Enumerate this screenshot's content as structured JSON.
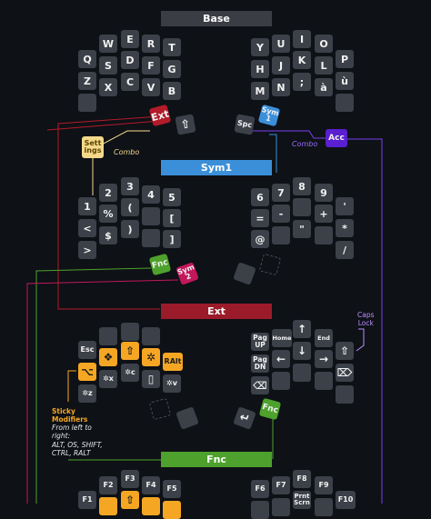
{
  "layers": {
    "base": {
      "title": "Base",
      "color": "#3a3d44"
    },
    "sym1": {
      "title": "Sym1",
      "color": "#3b8fd9"
    },
    "ext": {
      "title": "Ext",
      "color": "#9b1b2a"
    },
    "fnc": {
      "title": "Fnc",
      "color": "#4da12c"
    }
  },
  "keys": {
    "base_left": [
      "E",
      "R",
      "W",
      "T",
      "Q",
      "S",
      "D",
      "F",
      "G",
      "Z",
      "X",
      "C",
      "V",
      "B"
    ],
    "base_right": [
      "I",
      "U",
      "O",
      "Y",
      "P",
      "H",
      "J",
      "K",
      "L",
      "M",
      "N",
      ";",
      "à",
      "ù"
    ],
    "base_thumb": {
      "ext": "Ext",
      "shift": "⇧",
      "spc": "Spc",
      "sym": "Sym\n1",
      "acc": "Acc",
      "settings": "Sett\nings"
    },
    "sym1_left": [
      "3",
      "4",
      "2",
      "5",
      "1",
      "%",
      "(",
      "[",
      "<",
      "$",
      ")",
      "]",
      ">"
    ],
    "sym1_right": [
      "8",
      "7",
      "9",
      "6",
      "+",
      "-",
      "*",
      "=",
      "\"",
      "'",
      "/",
      "@"
    ],
    "sym1_thumb": {
      "fnc": "Fnc",
      "sym2": "Sym\n2"
    },
    "ext_left": [
      "Esc",
      "❖",
      "⇧",
      "✲",
      "RAlt",
      "⌥",
      "✲x",
      "✲c",
      "▯",
      "✲v",
      "✲z"
    ],
    "ext_right": [
      "Home",
      "End",
      "Pag\nUP",
      "Pag\nDN",
      "⇧",
      "↑",
      "←",
      "↓",
      "→",
      "⌫",
      "⌦"
    ],
    "ext_thumb": {
      "enter": "↵",
      "fnc": "Fnc"
    },
    "fnc_left": [
      "F3",
      "F2",
      "F4",
      "F5",
      "F1"
    ],
    "fnc_right": [
      "F8",
      "F7",
      "F9",
      "F6",
      "F10",
      "Prnt\nScrn"
    ]
  },
  "labels": {
    "combo1": "Combo",
    "combo2": "Combo",
    "caps_lock": "Caps\nLock"
  },
  "notes": {
    "sticky_title": "Sticky\nModifiers",
    "sticky_body": "From left to\nright:\nALT, OS, SHIFT,\nCTRL, RALT"
  },
  "colors": {
    "orange": "#f5a623",
    "red": "#b31b2a",
    "green": "#4da12c",
    "purple": "#7b3ff2"
  }
}
